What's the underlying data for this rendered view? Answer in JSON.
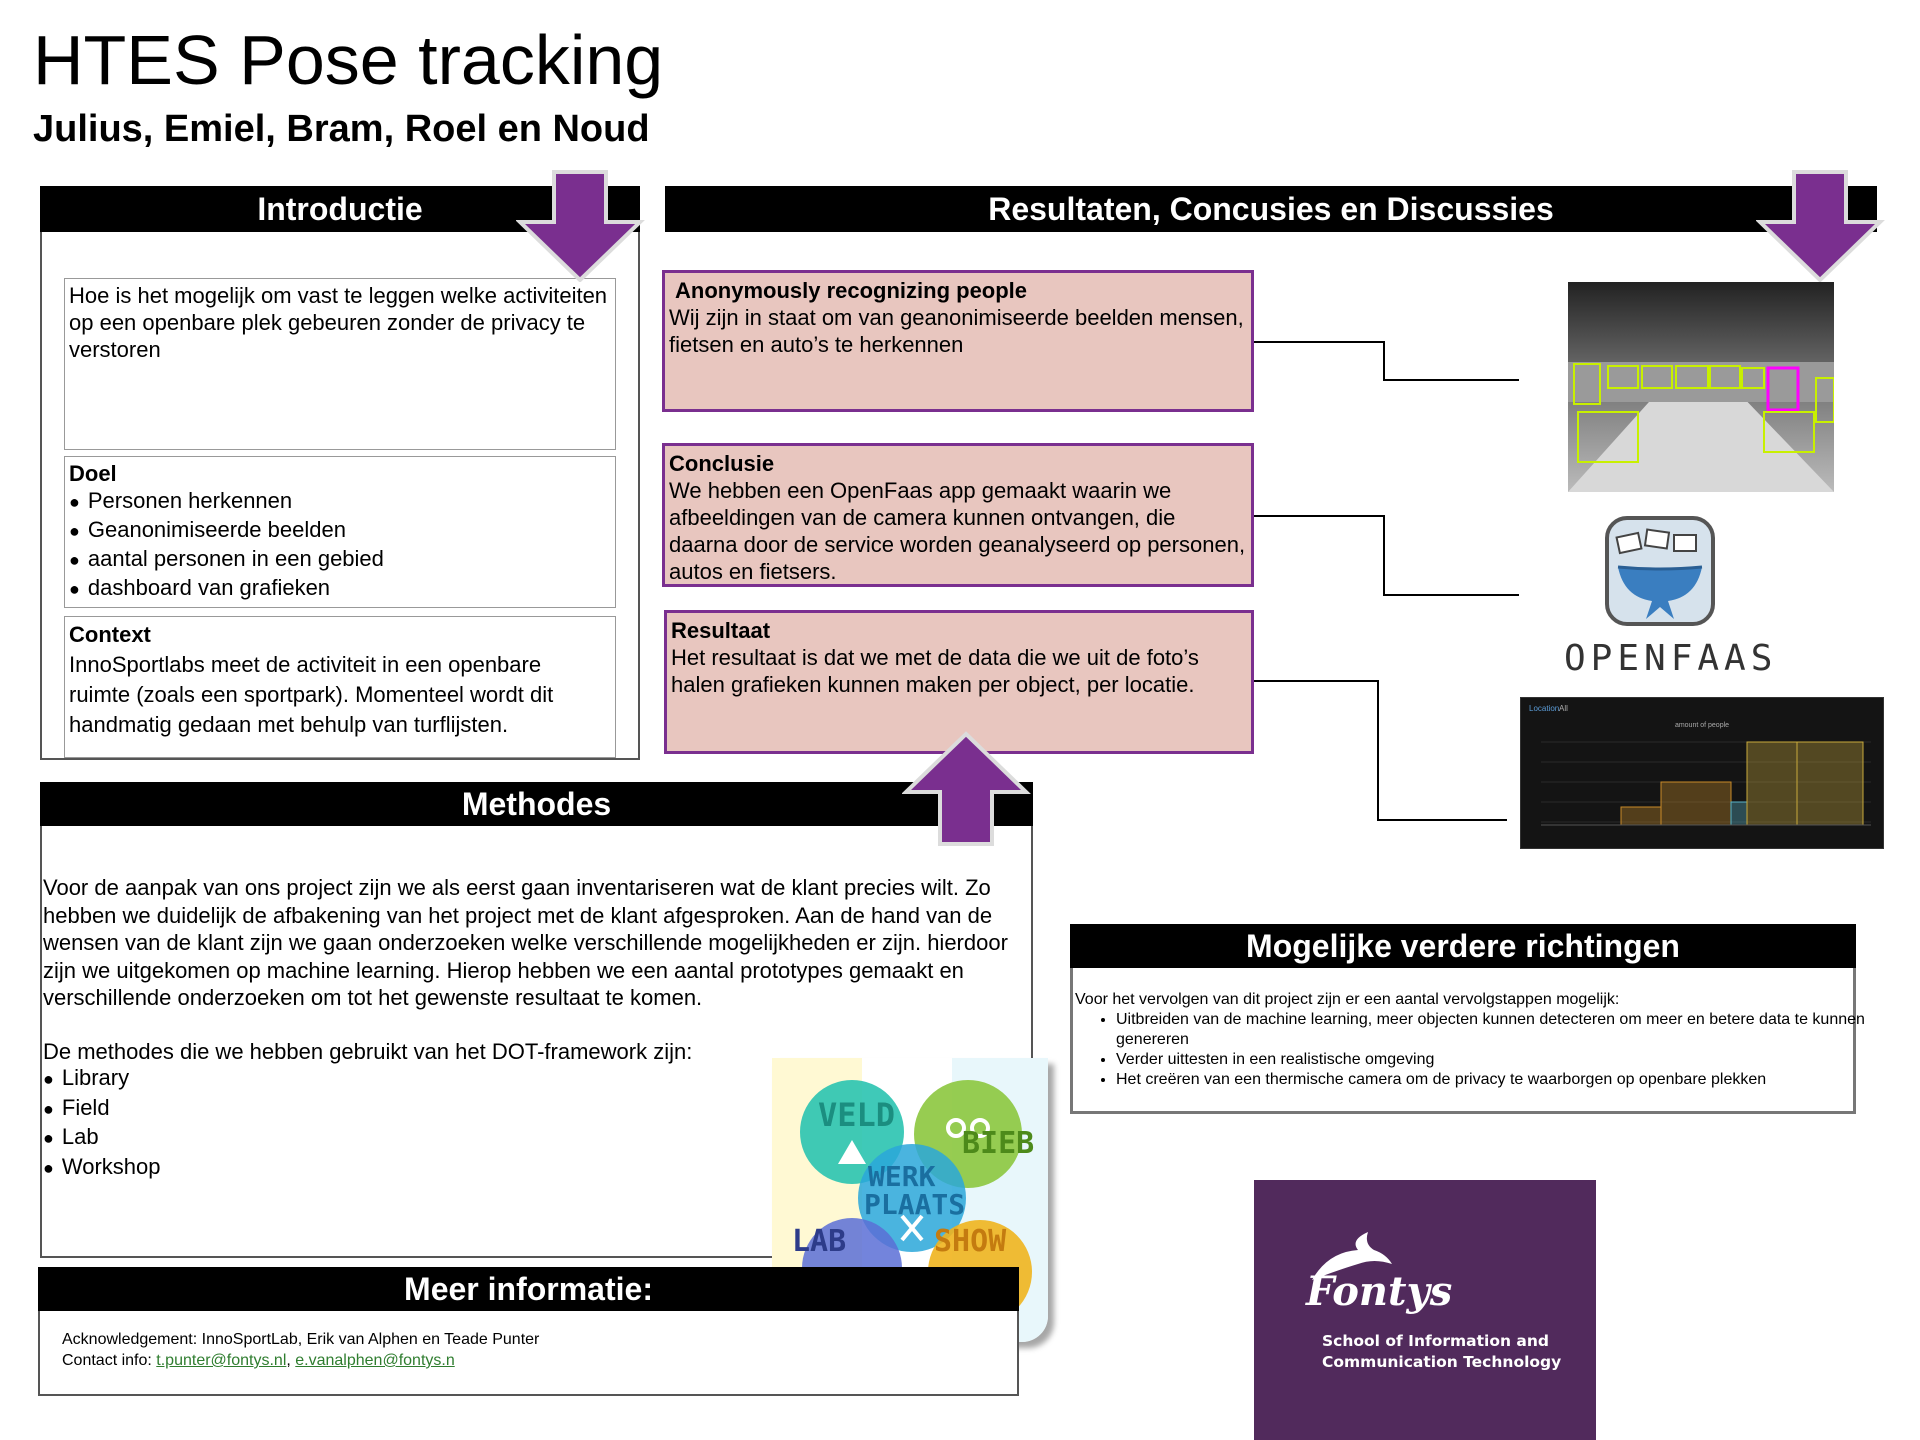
{
  "title": "HTES Pose tracking",
  "authors": "Julius, Emiel, Bram, Roel en Noud",
  "intro": {
    "heading": "Introductie",
    "question": "Hoe is het mogelijk om vast te leggen welke activiteiten op een openbare plek gebeuren zonder de privacy te verstoren",
    "doel_heading": "Doel",
    "doel_items": [
      "Personen herkennen",
      "Geanonimiseerde beelden",
      "aantal personen in een gebied",
      "dashboard van grafieken"
    ],
    "context_heading": "Context",
    "context_lines": [
      "InnoSportlabs meet de activiteit in een openbare",
      "ruimte (zoals een sportpark). Momenteel wordt dit",
      "handmatig gedaan met behulp van turflijsten."
    ]
  },
  "results": {
    "heading": "Resultaten, Concusies en Discussies",
    "boxes": [
      {
        "heading": "Anonymously recognizing people",
        "text": "Wij zijn in staat om van geanonimiseerde beelden mensen, fietsen en auto’s te herkennen"
      },
      {
        "heading": "Conclusie",
        "text": "We hebben een OpenFaas app  gemaakt waarin we afbeeldingen van de camera kunnen ontvangen, die daarna door de service worden geanalyseerd op personen, autos en fietsers."
      },
      {
        "heading": "Resultaat",
        "text": "Het resultaat is dat we met de data die we uit de foto’s halen grafieken kunnen maken per object, per locatie."
      }
    ],
    "openfaas_label": "OPENFAAS",
    "dash_title": "amount of people",
    "dash_tab1": "Location",
    "dash_tab2": "All"
  },
  "methodes": {
    "heading": "Methodes",
    "paragraph": "Voor de aanpak van ons project zijn we als eerst gaan inventariseren wat de klant precies wilt. Zo hebben we duidelijk de afbakening van het project met de klant afgesproken. Aan de hand van de wensen van de klant zijn we gaan onderzoeken welke verschillende mogelijkheden er zijn. hierdoor zijn we uitgekomen op machine learning. Hierop hebben we een aantal prototypes gemaakt en verschillende onderzoeken om tot het gewenste resultaat te komen.",
    "framework_intro": "De methodes die we hebben gebruikt van het DOT-framework zijn:",
    "items": [
      "Library",
      "Field",
      "Lab",
      "Workshop"
    ],
    "dot_labels": {
      "veld": "VELD",
      "bieb": "BIEB",
      "werk": "WERK",
      "plaats": "PLAATS",
      "lab": "LAB",
      "show": "SHOW"
    }
  },
  "verder": {
    "heading": "Mogelijke verdere richtingen",
    "intro": "Voor het vervolgen van dit project zijn er een aantal vervolgstappen mogelijk:",
    "items": [
      "Uitbreiden van de machine learning, meer objecten kunnen detecteren om meer en betere data te kunnen genereren",
      "Verder uittesten in een realistische omgeving",
      "Het creëren van een thermische camera om de privacy te waarborgen op openbare plekken"
    ]
  },
  "meer": {
    "heading": "Meer informatie:",
    "ack": "Acknowledgement: InnoSportLab, Erik van Alphen en Teade Punter",
    "contact_label": "Contact info: ",
    "email1": "t.punter@fontys.nl",
    "separator": ", ",
    "email2": "e.vanalphen@fontys.n"
  },
  "fontys": {
    "name": "Fontys",
    "line1": "School of Information and",
    "line2": "Communication Technology"
  },
  "colors": {
    "purple": "#7a2f8f",
    "result_fill": "#e8c6bf",
    "fontys": "#512a5c"
  }
}
